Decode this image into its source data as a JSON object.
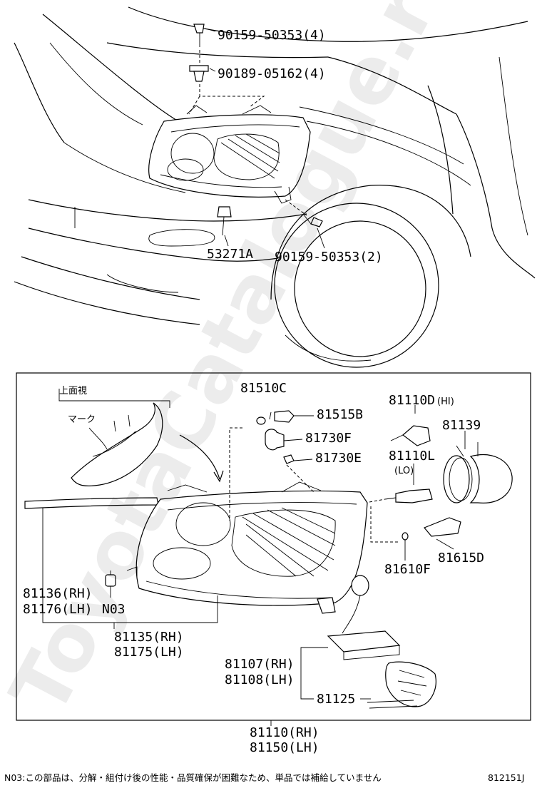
{
  "upper_labels": {
    "screw_top": "90159-50353(4)",
    "clip_top": "90189-05162(4)",
    "clip_bottom": "53271A",
    "screw_bottom": "90159-50353(2)"
  },
  "detail_labels": {
    "top_view": "上面視",
    "mark": "マーク",
    "p81510c": "81510C",
    "p81515b": "81515B",
    "p81730f": "81730F",
    "p81730e": "81730E",
    "p81110d": "81110D",
    "p81110d_suffix": "(HI)",
    "p81139": "81139",
    "p81110l": "81110L",
    "p81110l_suffix": "(LO)",
    "p81615d": "81615D",
    "p81610f": "81610F",
    "p81136": "81136(RH)",
    "p81176": "81176(LH)",
    "n03": "N03",
    "p81135": "81135(RH)",
    "p81175": "81175(LH)",
    "p81107": "81107(RH)",
    "p81108": "81108(LH)",
    "p81125": "81125",
    "p81110": "81110(RH)",
    "p81150": "81150(LH)"
  },
  "footer": {
    "note": "N03:この部品は、分解・組付け後の性能・品質確保が困難なため、単品では補給していません",
    "code": "812151J"
  },
  "watermark": "ToyotaCatalogue.ru"
}
